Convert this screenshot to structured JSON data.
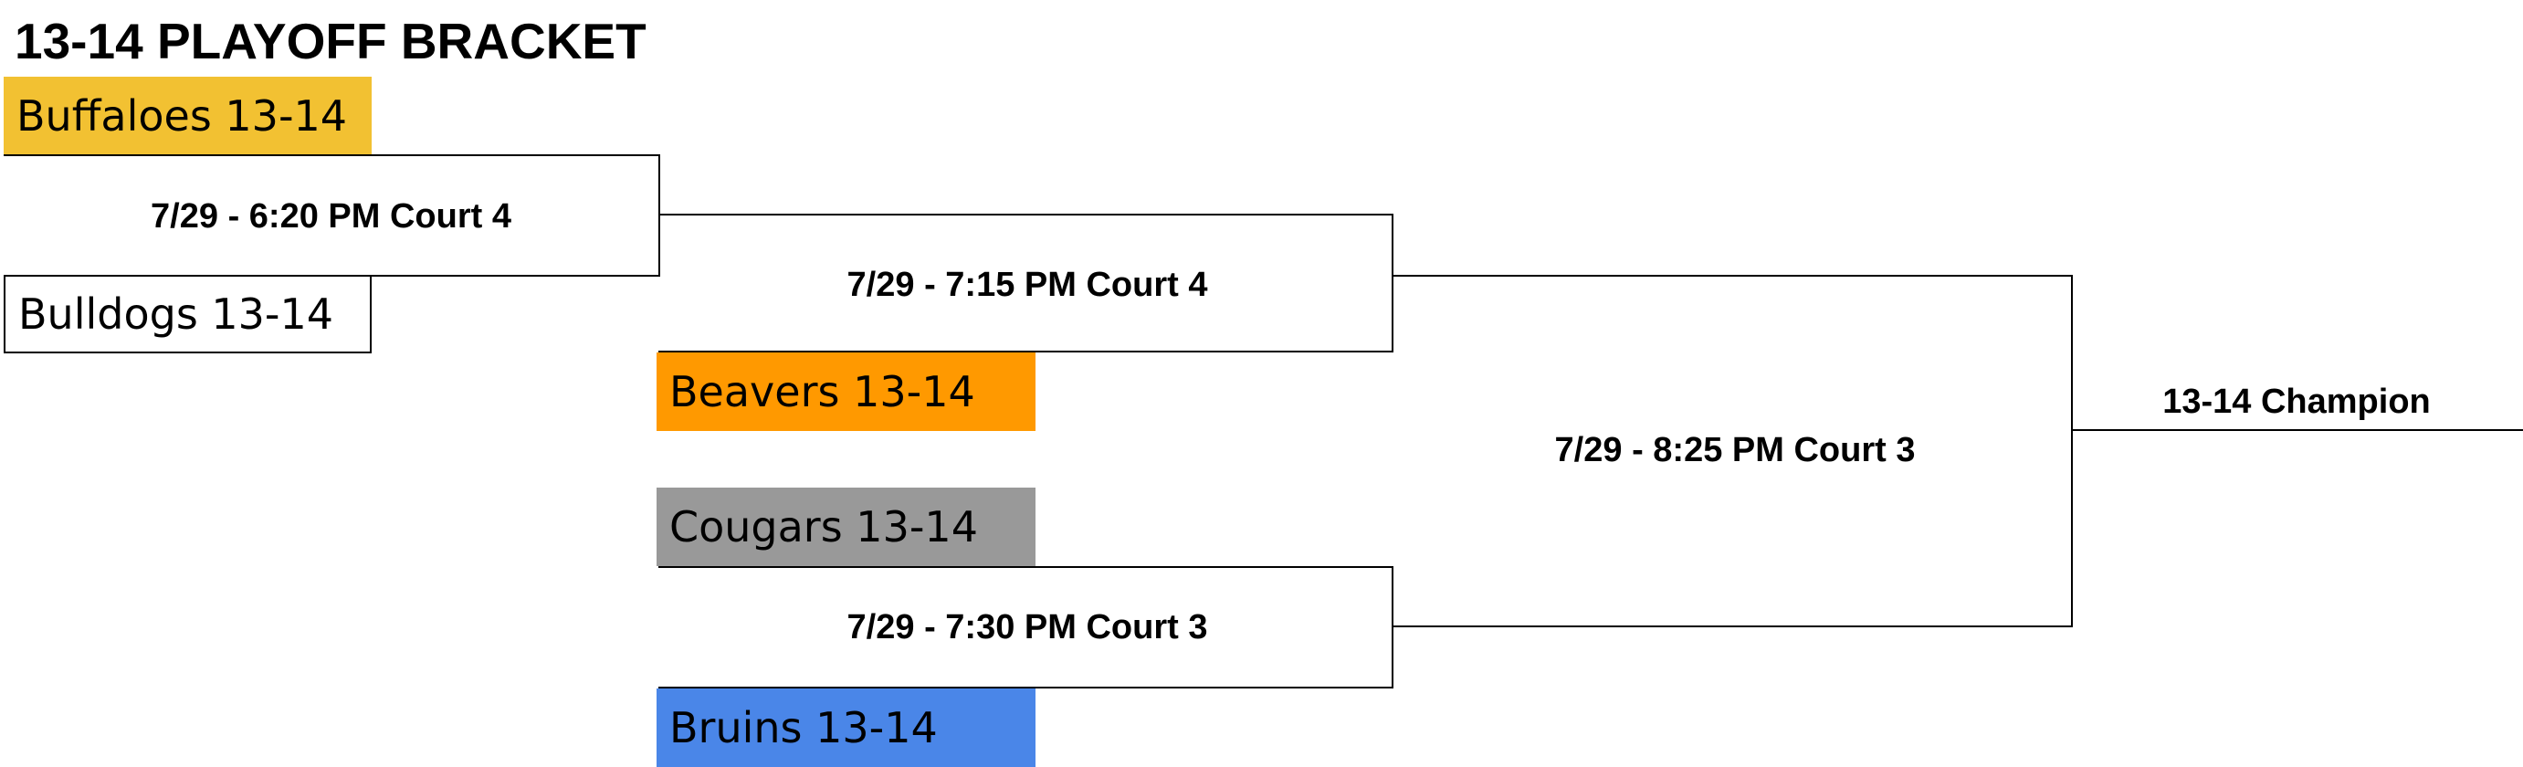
{
  "title": "13-14 PLAYOFF BRACKET",
  "teams": {
    "buffaloes": {
      "label": "Buffaloes 13-14",
      "color": "#F2C132"
    },
    "bulldogs": {
      "label": "Bulldogs 13-14",
      "color": "#FFFFFF"
    },
    "beavers": {
      "label": "Beavers 13-14",
      "color": "#FF9900"
    },
    "cougars": {
      "label": "Cougars 13-14",
      "color": "#999999"
    },
    "bruins": {
      "label": "Bruins 13-14",
      "color": "#4A86E8"
    }
  },
  "games": {
    "game1": "7/29 - 6:20 PM Court 4",
    "game2": "7/29 - 7:15 PM Court 4",
    "game3": "7/29 - 7:30 PM Court 3",
    "final": "7/29 - 8:25 PM Court 3"
  },
  "champion_label": "13-14 Champion"
}
